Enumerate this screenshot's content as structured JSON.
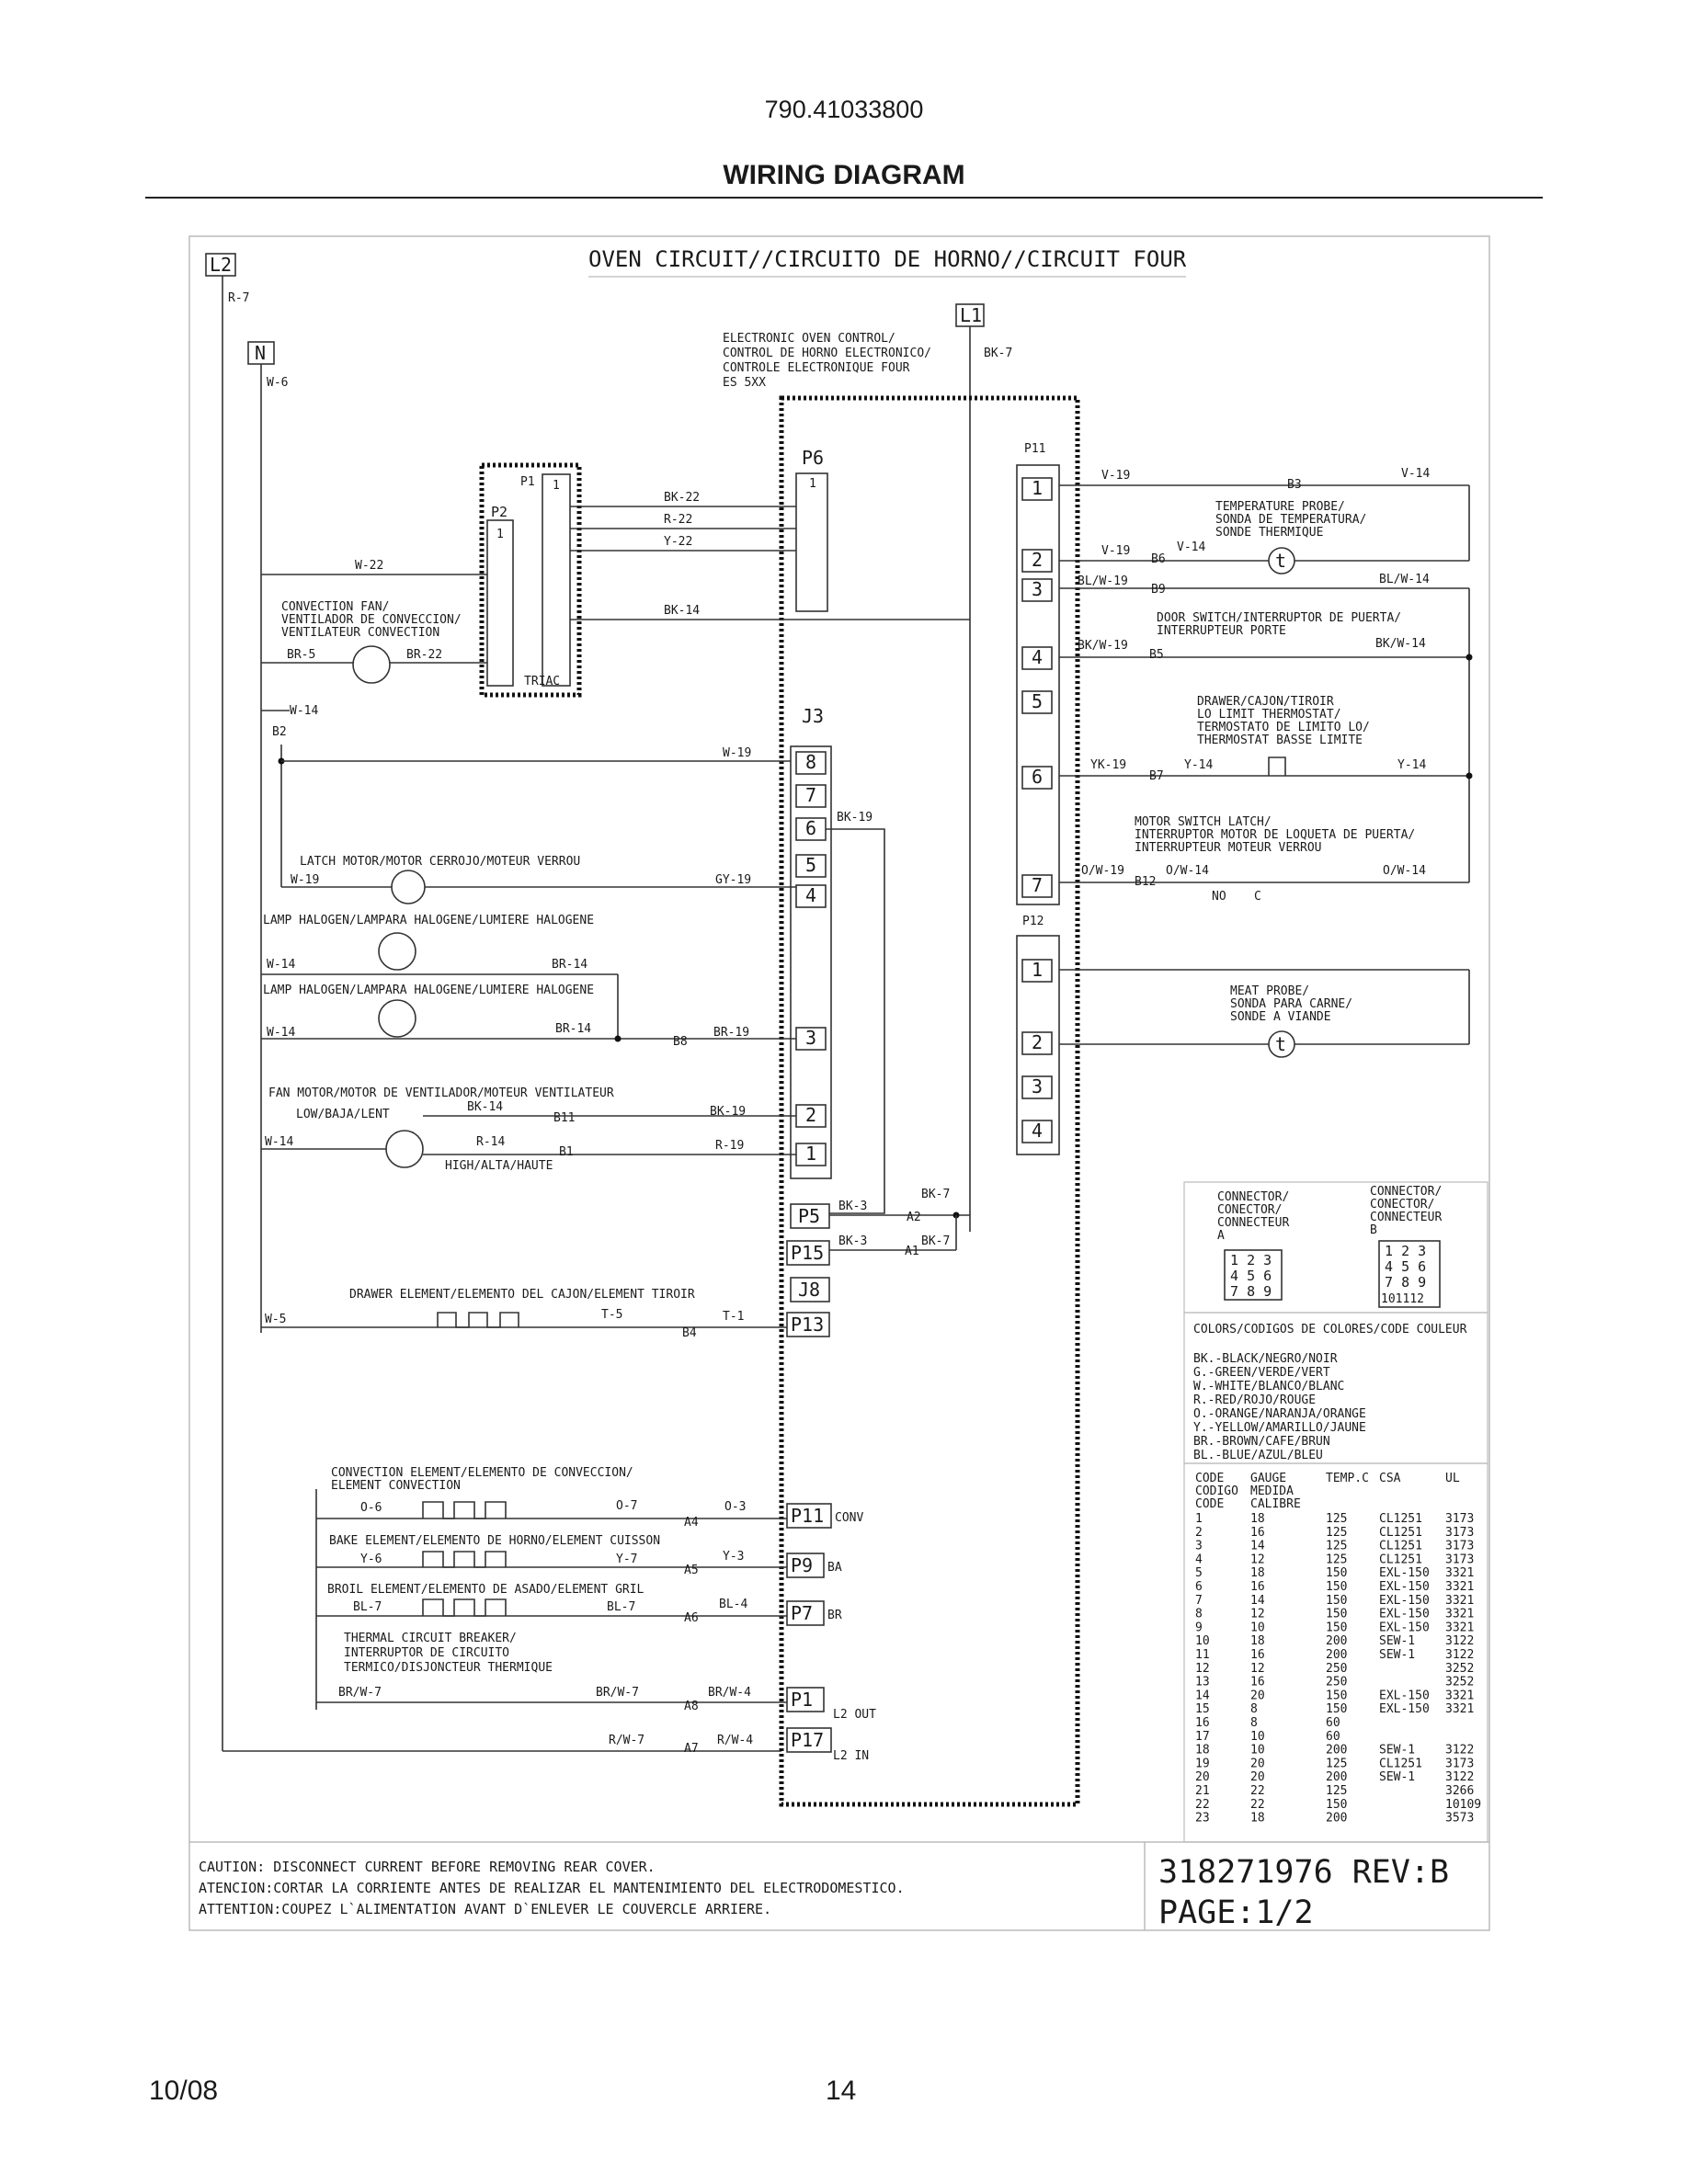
{
  "header": {
    "part_number": "790.41033800",
    "title": "WIRING DIAGRAM"
  },
  "footer": {
    "date": "10/08",
    "page": "14"
  },
  "diagram": {
    "title": "OVEN CIRCUIT//CIRCUITO DE HORNO//CIRCUIT FOUR",
    "control": [
      "ELECTRONIC OVEN CONTROL/",
      "CONTROL DE HORNO ELECTRONICO/",
      "CONTROLE ELECTRONIQUE FOUR",
      "ES 5XX"
    ],
    "terminals": {
      "l2": "L2",
      "l1": "L1",
      "n": "N"
    },
    "connectors": {
      "p1": "P1",
      "p2": "P2",
      "p6": "P6",
      "p11": "P11",
      "p12": "P12",
      "j3": "J3",
      "p5": "P5",
      "p15": "P15",
      "j8": "J8",
      "p13": "P13",
      "p11b": "P11",
      "p9": "P9",
      "p7": "P7",
      "p1b": "P1",
      "p17": "P17"
    },
    "pins": {
      "p1": [
        "1"
      ],
      "p2": [
        "1"
      ],
      "p6": [
        "1"
      ],
      "p11": [
        "1",
        "2",
        "3",
        "4",
        "5",
        "6",
        "7"
      ],
      "j3": [
        "8",
        "7",
        "6",
        "5",
        "4",
        "3",
        "2",
        "1"
      ],
      "p12": [
        "1",
        "2",
        "3",
        "4"
      ]
    },
    "triac": "TRIAC",
    "components": {
      "convection_fan": [
        "CONVECTION FAN/",
        "VENTILADOR DE CONVECCION/",
        "VENTILATEUR CONVECTION"
      ],
      "latch_motor": "LATCH MOTOR/MOTOR CERROJO/MOTEUR VERROU",
      "lamp1": "LAMP HALOGEN/LAMPARA HALOGENE/LUMIERE HALOGENE",
      "lamp2": "LAMP HALOGEN/LAMPARA HALOGENE/LUMIERE HALOGENE",
      "fan_motor": "FAN MOTOR/MOTOR DE VENTILADOR/MOTEUR VENTILATEUR",
      "low": "LOW/BAJA/LENT",
      "high": "HIGH/ALTA/HAUTE",
      "drawer_element": "DRAWER ELEMENT/ELEMENTO DEL CAJON/ELEMENT TIROIR",
      "temp_probe": [
        "TEMPERATURE PROBE/",
        "SONDA DE TEMPERATURA/",
        "SONDE THERMIQUE"
      ],
      "door_switch": [
        "DOOR SWITCH/INTERRUPTOR DE PUERTA/",
        "INTERRUPTEUR PORTE"
      ],
      "drawer_thermostat": [
        "DRAWER/CAJON/TIROIR",
        "LO LIMIT THERMOSTAT/",
        "TERMOSTATO DE LIMITO LO/",
        "THERMOSTAT BASSE LIMITE"
      ],
      "motor_switch": [
        "MOTOR SWITCH LATCH/",
        "INTERRUPTOR MOTOR DE LOQUETA DE PUERTA/",
        "INTERRUPTEUR MOTEUR VERROU"
      ],
      "no": "NO",
      "c": "C",
      "meat_probe": [
        "MEAT PROBE/",
        "SONDA PARA CARNE/",
        "SONDE A VIANDE"
      ],
      "probe_symbol": "t",
      "convection_element": [
        "CONVECTION ELEMENT/ELEMENTO DE CONVECCION/",
        "ELEMENT CONVECTION"
      ],
      "bake_element": "BAKE ELEMENT/ELEMENTO DE HORNO/ELEMENT CUISSON",
      "broil_element": "BROIL ELEMENT/ELEMENTO DE ASADO/ELEMENT GRIL",
      "thermal_breaker": [
        "THERMAL CIRCUIT BREAKER/",
        "INTERRUPTOR DE CIRCUITO",
        "TERMICO/DISJONCTEUR THERMIQUE"
      ]
    },
    "wires": {
      "r7": "R-7",
      "w6": "W-6",
      "bk7": "BK-7",
      "bk22": "BK-22",
      "r22": "R-22",
      "y22": "Y-22",
      "w22": "W-22",
      "bk14": "BK-14",
      "br5": "BR-5",
      "br22": "BR-22",
      "w14": "W-14",
      "w19": "W-19",
      "w19b": "W-19",
      "gy19": "GY-19",
      "bk19": "BK-19",
      "w14_l1": "W-14",
      "br14_l1": "BR-14",
      "w14_l2": "W-14",
      "br14_l2": "BR-14",
      "br19": "BR-19",
      "bk14_f": "BK-14",
      "bk19_f": "BK-19",
      "w14_f": "W-14",
      "r14_f": "R-14",
      "r19": "R-19",
      "bk3a": "BK-3",
      "bk3b": "BK-3",
      "bk7a": "BK-7",
      "bk7b": "BK-7",
      "w5": "W-5",
      "t5": "T-5",
      "t1": "T-1",
      "v19": "V-19",
      "v14": "V-14",
      "v19b": "V-19",
      "v14b": "V-14",
      "blw19": "BL/W-19",
      "blw14": "BL/W-14",
      "bkw19": "BK/W-19",
      "bkw14": "BK/W-14",
      "yk19": "YK-19",
      "y14": "Y-14",
      "y14b": "Y-14",
      "ow19": "O/W-19",
      "ow14": "O/W-14",
      "ow14b": "O/W-14",
      "o6": "O-6",
      "o7": "O-7",
      "o3": "O-3",
      "y6": "Y-6",
      "y7": "Y-7",
      "y3": "Y-3",
      "bl7": "BL-7",
      "bl7b": "BL-7",
      "bl4": "BL-4",
      "brw7": "BR/W-7",
      "brw7b": "BR/W-7",
      "brw4": "BR/W-4",
      "rw7": "R/W-7",
      "rw4": "R/W-4"
    },
    "nodes": {
      "b2": "B2",
      "b3": "B3",
      "b6": "B6",
      "b9": "B9",
      "b5": "B5",
      "b7": "B7",
      "b12": "B12",
      "b8": "B8",
      "b11": "B11",
      "b1": "B1",
      "a2": "A2",
      "a1": "A1",
      "b4": "B4",
      "a4": "A4",
      "a5": "A5",
      "a6": "A6",
      "a8": "A8",
      "a7": "A7"
    },
    "outputs": {
      "conv": "CONV",
      "ba": "BA",
      "br": "BR",
      "l2out": "L2 OUT",
      "l2in": "L2 IN"
    }
  },
  "connector_legend": {
    "a_label": [
      "CONNECTOR/",
      "CONECTOR/",
      "CONNECTEUR",
      "A"
    ],
    "b_label": [
      "CONNECTOR/",
      "CONECTOR/",
      "CONNECTEUR",
      "B"
    ],
    "a_grid": [
      [
        "1",
        "2",
        "3"
      ],
      [
        "4",
        "5",
        "6"
      ],
      [
        "7",
        "8",
        "9"
      ]
    ],
    "b_grid": [
      [
        "1",
        "2",
        "3"
      ],
      [
        "4",
        "5",
        "6"
      ],
      [
        "7",
        "8",
        "9"
      ],
      [
        "10",
        "11",
        "12"
      ]
    ]
  },
  "color_codes": {
    "title": "COLORS/CODIGOS DE COLORES/CODE COULEUR",
    "entries": [
      "BK.-BLACK/NEGRO/NOIR",
      "G.-GREEN/VERDE/VERT",
      "W.-WHITE/BLANCO/BLANC",
      "R.-RED/ROJO/ROUGE",
      "O.-ORANGE/NARANJA/ORANGE",
      "Y.-YELLOW/AMARILLO/JAUNE",
      "BR.-BROWN/CAFE/BRUN",
      "BL.-BLUE/AZUL/BLEU"
    ]
  },
  "gauge_table": {
    "headers": [
      [
        "CODE",
        "GAUGE",
        "TEMP.C",
        "CSA",
        "UL"
      ],
      [
        "CODIGO",
        "MEDIDA",
        "",
        "",
        ""
      ],
      [
        "CODE",
        "CALIBRE",
        "",
        "",
        ""
      ]
    ],
    "rows": [
      [
        "1",
        "18",
        "125",
        "CL1251",
        "3173"
      ],
      [
        "2",
        "16",
        "125",
        "CL1251",
        "3173"
      ],
      [
        "3",
        "14",
        "125",
        "CL1251",
        "3173"
      ],
      [
        "4",
        "12",
        "125",
        "CL1251",
        "3173"
      ],
      [
        "5",
        "18",
        "150",
        "EXL-150",
        "3321"
      ],
      [
        "6",
        "16",
        "150",
        "EXL-150",
        "3321"
      ],
      [
        "7",
        "14",
        "150",
        "EXL-150",
        "3321"
      ],
      [
        "8",
        "12",
        "150",
        "EXL-150",
        "3321"
      ],
      [
        "9",
        "10",
        "150",
        "EXL-150",
        "3321"
      ],
      [
        "10",
        "18",
        "200",
        "SEW-1",
        "3122"
      ],
      [
        "11",
        "16",
        "200",
        "SEW-1",
        "3122"
      ],
      [
        "12",
        "12",
        "250",
        "",
        "3252"
      ],
      [
        "13",
        "16",
        "250",
        "",
        "3252"
      ],
      [
        "14",
        "20",
        "150",
        "EXL-150",
        "3321"
      ],
      [
        "15",
        "8",
        "150",
        "EXL-150",
        "3321"
      ],
      [
        "16",
        "8",
        "60",
        "",
        ""
      ],
      [
        "17",
        "10",
        "60",
        "",
        ""
      ],
      [
        "18",
        "10",
        "200",
        "SEW-1",
        "3122"
      ],
      [
        "19",
        "20",
        "125",
        "CL1251",
        "3173"
      ],
      [
        "20",
        "20",
        "200",
        "SEW-1",
        "3122"
      ],
      [
        "21",
        "22",
        "125",
        "",
        "3266"
      ],
      [
        "22",
        "22",
        "150",
        "",
        "10109"
      ],
      [
        "23",
        "18",
        "200",
        "",
        "3573"
      ]
    ]
  },
  "caution": [
    "CAUTION: DISCONNECT CURRENT BEFORE REMOVING REAR COVER.",
    "ATENCION:CORTAR LA CORRIENTE ANTES DE REALIZAR EL MANTENIMIENTO DEL ELECTRODOMESTICO.",
    "ATTENTION:COUPEZ L`ALIMENTATION AVANT D`ENLEVER LE COUVERCLE ARRIERE."
  ],
  "doc_number": "318271976 REV:B",
  "doc_page": "PAGE:1/2"
}
